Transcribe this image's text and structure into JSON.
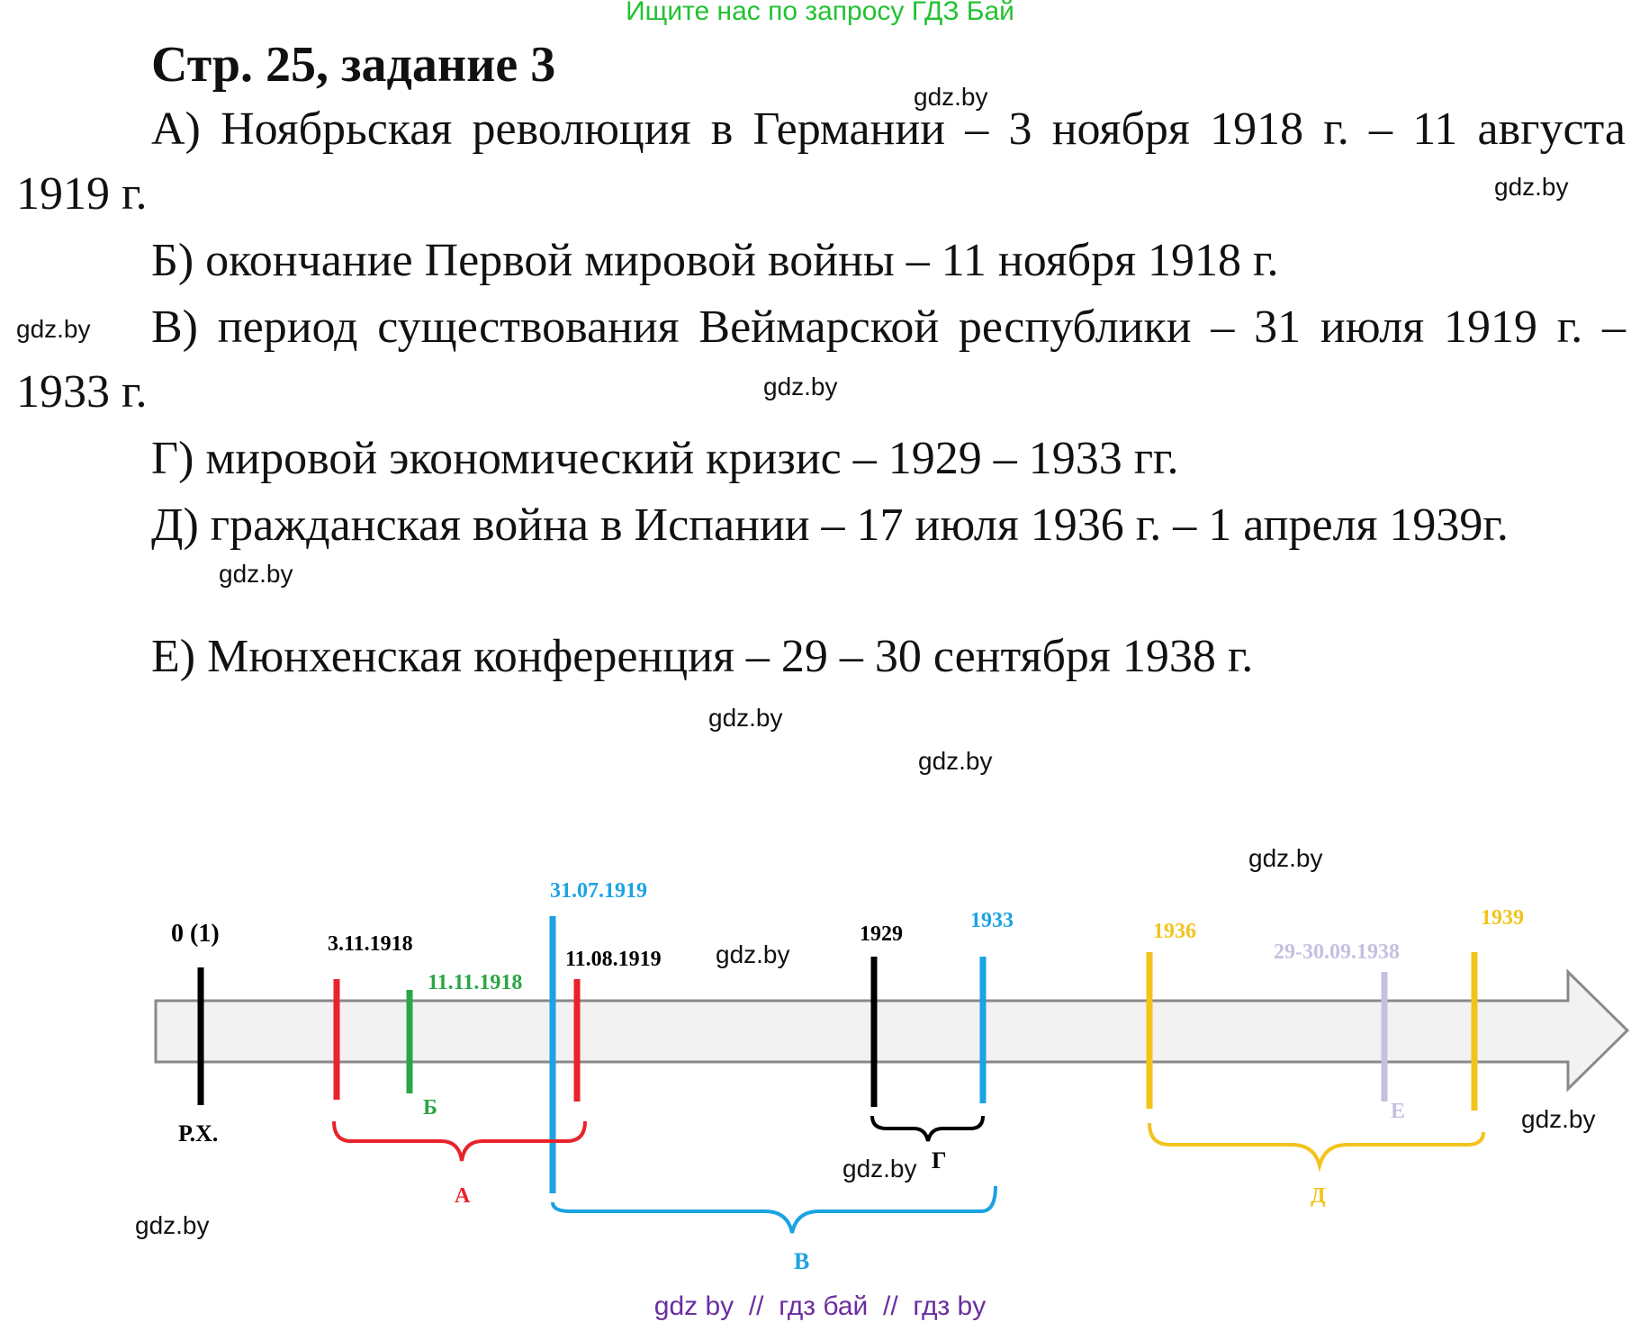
{
  "banner": "Ищите нас по запросу ГДЗ Бай",
  "title": "Стр. 25, задание 3",
  "items": [
    "А) Ноябрьская революция в Германии – 3 ноября 1918 г. – 11 августа 1919 г.",
    "Б) окончание Первой мировой войны – 11 ноября 1918 г.",
    "В) период существования Веймарской республики – 31 июля 1919 г. – 1933 г.",
    "Г) мировой экономический кризис – 1929 – 1933 гг.",
    "Д) гражданская война в Испании – 17 июля 1936 г. – 1 апреля 1939г.",
    "Е) Мюнхенская конференция – 29 – 30 сентября 1938 г."
  ],
  "watermark": "gdz.by",
  "timeline": {
    "origin": "0 (1)",
    "origin_caption": "Р.Х.",
    "dates": {
      "d_3_11_1918": "3.11.1918",
      "d_11_11_1918": "11.11.1918",
      "d_31_07_1919": "31.07.1919",
      "d_11_08_1919": "11.08.1919",
      "d_1929": "1929",
      "d_1933": "1933",
      "d_1936": "1936",
      "d_munich": "29-30.09.1938",
      "d_1939": "1939"
    },
    "letters": {
      "a": "А",
      "b": "Б",
      "v": "В",
      "g": "Г",
      "d": "Д",
      "e": "Е"
    },
    "colors": {
      "black": "#000000",
      "red": "#e8232b",
      "green": "#2aa745",
      "blue": "#1ba3e2",
      "yellow": "#f2c41b",
      "lavender": "#c5c0e0"
    }
  },
  "footer": {
    "part1": "gdz by",
    "sep1": "  //  ",
    "part2": "гдз бай",
    "sep2": "  //  ",
    "part3": "гдз by"
  }
}
